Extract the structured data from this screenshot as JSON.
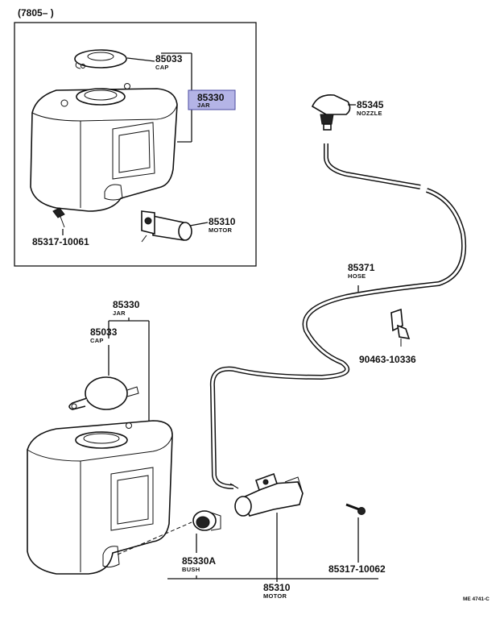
{
  "header": {
    "date_range": "(7805–      )"
  },
  "inset": {
    "jar": {
      "number": "85330",
      "name": "JAR",
      "highlight_color": "#b4b4e6"
    },
    "cap": {
      "number": "85033",
      "name": "CAP"
    },
    "motor": {
      "number": "85310",
      "name": "MOTOR"
    },
    "screw": {
      "number": "85317-10061"
    }
  },
  "main": {
    "nozzle": {
      "number": "85345",
      "name": "NOZZLE"
    },
    "hose": {
      "number": "85371",
      "name": "HOSE"
    },
    "clamp": {
      "number": "90463-10336"
    },
    "jar": {
      "number": "85330",
      "name": "JAR"
    },
    "cap": {
      "number": "85033",
      "name": "CAP"
    },
    "bush": {
      "number": "85330A",
      "name": "BUSH"
    },
    "motor": {
      "number": "85310",
      "name": "MOTOR"
    },
    "screw": {
      "number": "85317-10062"
    }
  },
  "footer": {
    "code": "ME 4741-C"
  }
}
